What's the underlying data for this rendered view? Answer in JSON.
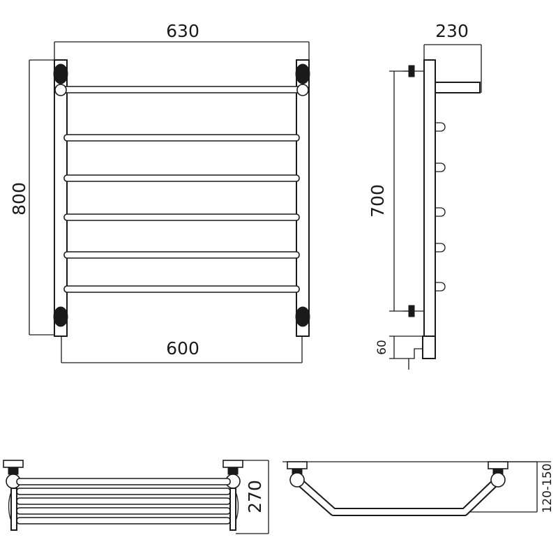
{
  "dimensions": {
    "front_top_width": "630",
    "front_height": "800",
    "front_bottom_width": "600",
    "side_depth": "230",
    "side_mount_height": "700",
    "side_bottom_offset": "60",
    "shelf_height": "270",
    "shelf_wall_offset": "120-150"
  },
  "colors": {
    "line": "#1a1a1a",
    "background": "#ffffff"
  }
}
